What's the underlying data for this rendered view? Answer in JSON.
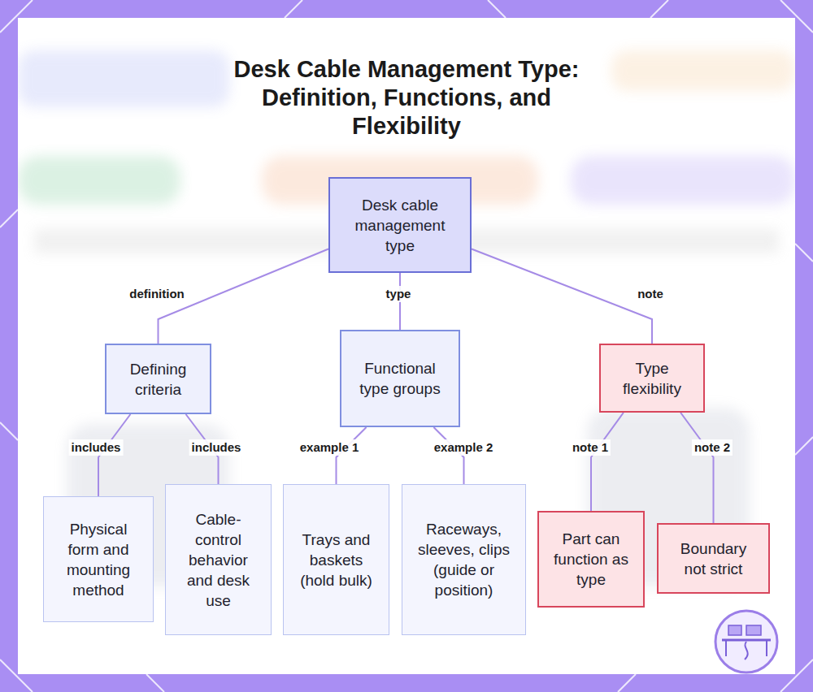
{
  "diagram": {
    "title": "Desk Cable Management Type: Definition, Functions, and Flexibility",
    "nodes": [
      {
        "text": [
          "Desk cable management type"
        ]
      },
      {
        "text": [
          "Defining criteria"
        ]
      },
      {
        "text": [
          "Functional type groups"
        ]
      },
      {
        "text": [
          "Type flexibility"
        ]
      },
      {
        "text": [
          "Physical form and mounting method"
        ]
      },
      {
        "text": [
          "Cable-control behavior and desk use"
        ]
      },
      {
        "text": [
          "Trays and baskets (hold bulk)"
        ]
      },
      {
        "text": [
          "Raceways, sleeves, clips (guide or position)"
        ]
      },
      {
        "text": [
          "Part can function as type"
        ]
      },
      {
        "text": [
          "Boundary not strict"
        ]
      }
    ],
    "edges": [
      {
        "from": 0,
        "to": 1,
        "label": "definition",
        "arrow": "none"
      },
      {
        "from": 0,
        "to": 2,
        "label": "type",
        "arrow": "none"
      },
      {
        "from": 0,
        "to": 3,
        "label": "note",
        "arrow": "none"
      },
      {
        "from": 1,
        "to": 4,
        "label": "includes",
        "arrow": "none"
      },
      {
        "from": 1,
        "to": 5,
        "label": "includes",
        "arrow": "none"
      },
      {
        "from": 2,
        "to": 6,
        "label": "example 1",
        "arrow": "none"
      },
      {
        "from": 2,
        "to": 7,
        "label": "example 2",
        "arrow": "none"
      },
      {
        "from": 3,
        "to": 8,
        "label": "note 1",
        "arrow": "none"
      },
      {
        "from": 3,
        "to": 9,
        "label": "note 2",
        "arrow": "none"
      }
    ]
  }
}
